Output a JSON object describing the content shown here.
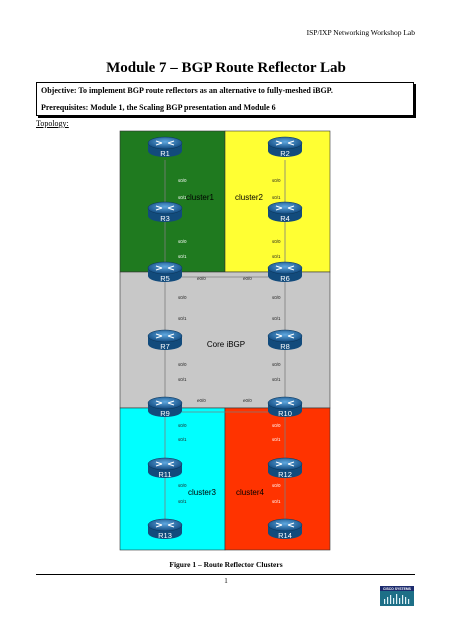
{
  "header": {
    "text": "ISP/IXP Networking Workshop Lab"
  },
  "title": "Module 7 – BGP Route Reflector Lab",
  "objective": "Objective: To implement BGP route reflectors as an alternative to fully-meshed iBGP.",
  "prerequisites": "Prerequisites: Module 1, the Scaling BGP presentation and Module 6",
  "topology_label": "Topology:",
  "diagram": {
    "colors": {
      "cluster1": "#1f7a1f",
      "cluster2": "#ffff33",
      "core": "#c8c8c8",
      "cluster3": "#00ffff",
      "cluster4": "#ff3300",
      "router": "#1a5f99"
    },
    "routers": [
      "R1",
      "R2",
      "R3",
      "R4",
      "R5",
      "R6",
      "R7",
      "R8",
      "R9",
      "R10",
      "R11",
      "R12",
      "R13",
      "R14"
    ],
    "clusters": {
      "cluster1": "cluster1",
      "cluster2": "cluster2",
      "core": "Core iBGP",
      "cluster3": "cluster3",
      "cluster4": "cluster4"
    },
    "interfaces": {
      "s00": "s0/0",
      "s01": "s0/1",
      "e00": "e0/0"
    }
  },
  "caption": "Figure 1 – Route Reflector Clusters",
  "page_number": "1",
  "logo": {
    "text": "Cisco Systems",
    "name": "cisco-systems-logo"
  }
}
